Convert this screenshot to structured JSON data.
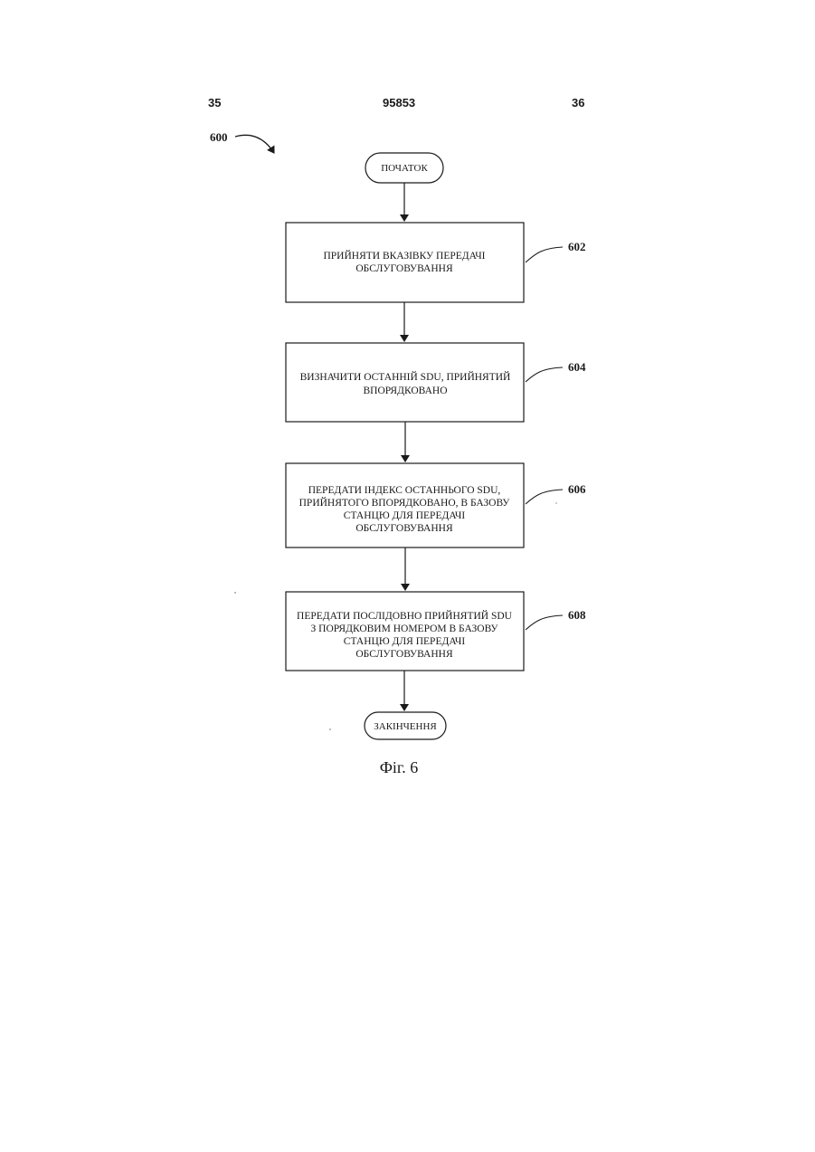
{
  "header": {
    "page_left": "35",
    "doc_number": "95853",
    "page_right": "36"
  },
  "figure": {
    "ref": "600",
    "start": "ПОЧАТОК",
    "end": "ЗАКІНЧЕННЯ",
    "steps": [
      {
        "ref": "602",
        "lines": [
          "ПРИЙНЯТИ ВКАЗІВКУ ПЕРЕДАЧІ",
          "ОБСЛУГОВУВАННЯ"
        ]
      },
      {
        "ref": "604",
        "lines": [
          "ВИЗНАЧИТИ ОСТАННІЙ SDU, ПРИЙНЯТИЙ",
          "ВПОРЯДКОВАНО"
        ]
      },
      {
        "ref": "606",
        "lines": [
          "ПЕРЕДАТИ ІНДЕКС ОСТАННЬОГО SDU,",
          "ПРИЙНЯТОГО ВПОРЯДКОВАНО, В БАЗОВУ",
          "СТАНЦЮ ДЛЯ ПЕРЕДАЧІ",
          "ОБСЛУГОВУВАННЯ"
        ]
      },
      {
        "ref": "608",
        "lines": [
          "ПЕРЕДАТИ ПОСЛІДОВНО ПРИЙНЯТИЙ SDU",
          "З ПОРЯДКОВИМ НОМЕРОМ В БАЗОВУ",
          "СТАНЦЮ ДЛЯ ПЕРЕДАЧІ",
          "ОБСЛУГОВУВАННЯ"
        ]
      }
    ],
    "caption": "Фіг. 6"
  }
}
